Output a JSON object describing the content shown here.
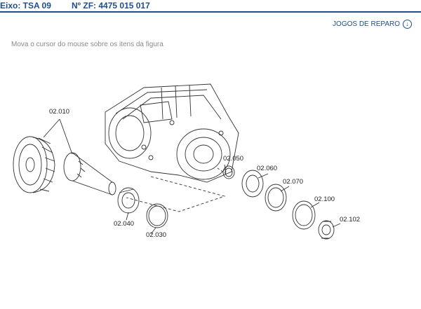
{
  "header": {
    "axle": "Eixo: TSA 09",
    "zf_number": "Nº ZF: 4475 015 017"
  },
  "repair_link": {
    "label": "JOGOS DE REPARO",
    "icon": "download-circle-icon"
  },
  "instruction": "Mova o cursor do mouse sobre os itens da figura",
  "parts": [
    {
      "code": "02.010"
    },
    {
      "code": "02.040"
    },
    {
      "code": "02.030"
    },
    {
      "code": "02.050"
    },
    {
      "code": "02.060"
    },
    {
      "code": "02.070"
    },
    {
      "code": "02.100"
    },
    {
      "code": "02.102"
    }
  ],
  "colors": {
    "brand": "#1f4e8c",
    "line": "#333333"
  }
}
